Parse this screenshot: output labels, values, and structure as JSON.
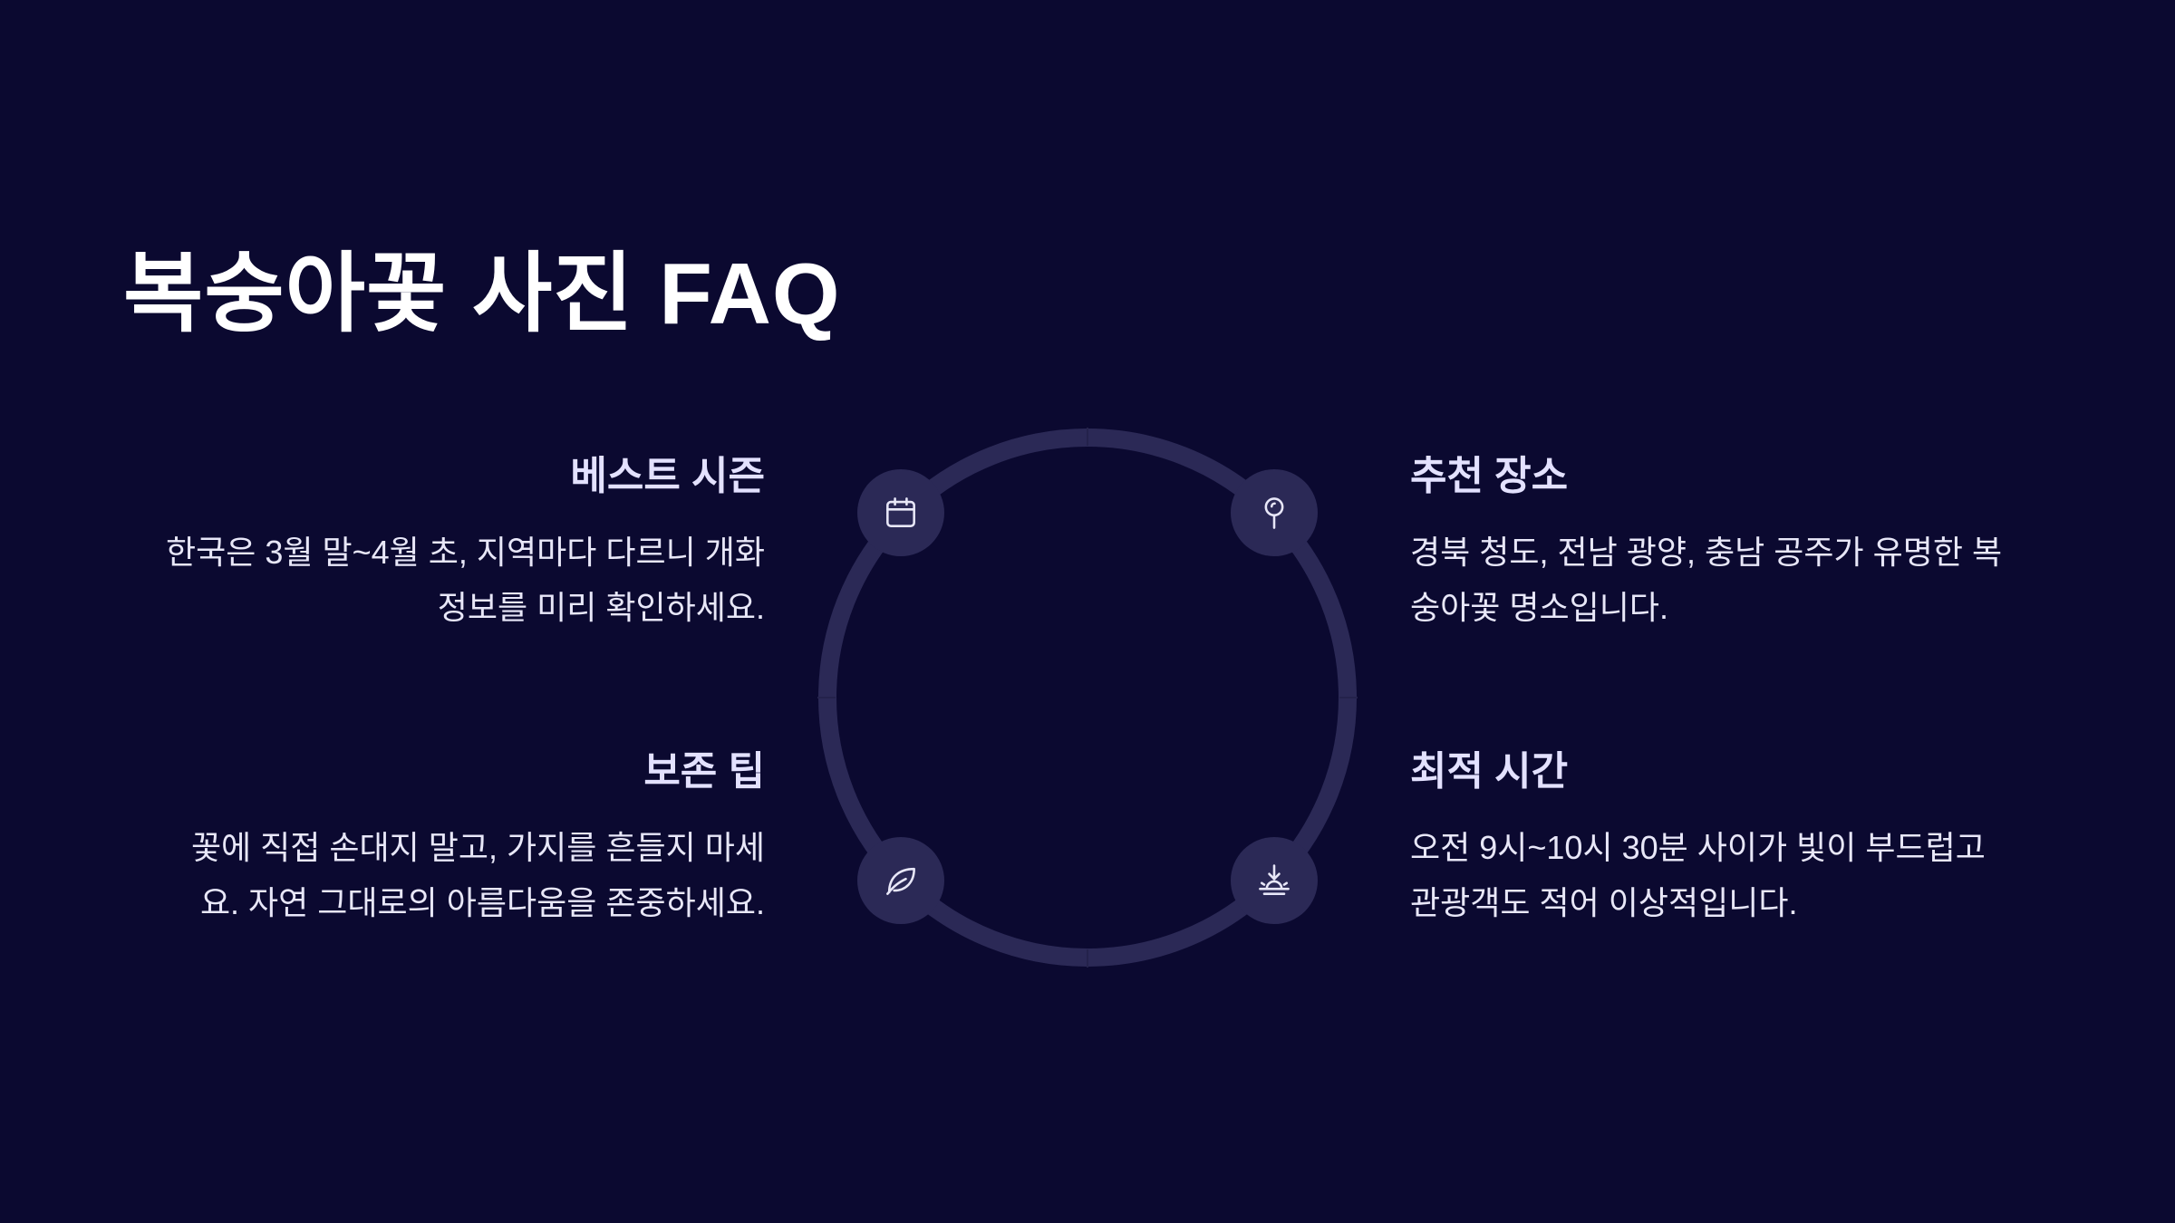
{
  "slide": {
    "title": "복숭아꽃 사진 FAQ",
    "colors": {
      "background": "#0b0930",
      "ring": "#2b2956",
      "heading": "#e3e1ff",
      "body": "#e8e7f8"
    }
  },
  "faq": {
    "best_season": {
      "icon": "calendar-icon",
      "title": "베스트 시즌",
      "line1": "한국은 3월 말~4월 초, 지역마다 다르니 개화",
      "line2": "정보를 미리 확인하세요."
    },
    "recommended_places": {
      "icon": "map-pin-icon",
      "title": "추천 장소",
      "line1": "경북 청도, 전남 광양, 충남 공주가 유명한 복",
      "line2": "숭아꽃 명소입니다."
    },
    "preservation_tips": {
      "icon": "leaf-icon",
      "title": "보존 팁",
      "line1": "꽃에 직접 손대지 말고, 가지를 흔들지 마세",
      "line2": "요. 자연 그대로의 아름다움을 존중하세요."
    },
    "best_time": {
      "icon": "sunrise-icon",
      "title": "최적 시간",
      "line1": "오전 9시~10시 30분 사이가 빛이 부드럽고",
      "line2": "관광객도 적어 이상적입니다."
    }
  }
}
